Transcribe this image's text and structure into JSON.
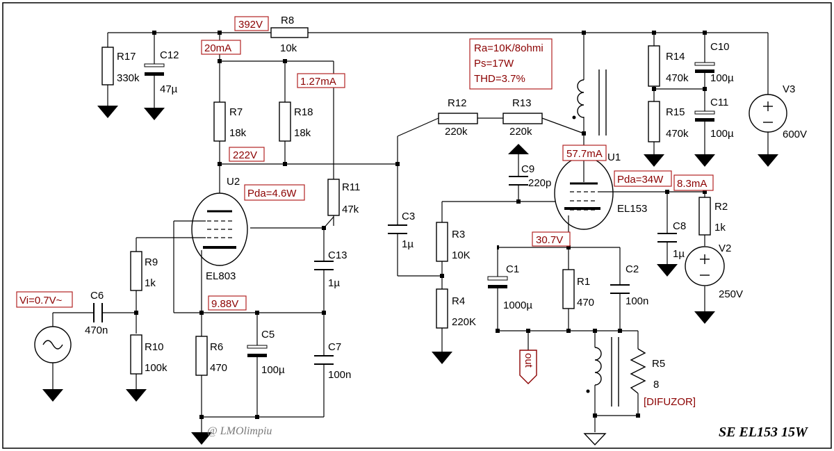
{
  "components": {
    "R1": {
      "name": "R1",
      "value": "470"
    },
    "R2": {
      "name": "R2",
      "value": "1k"
    },
    "R3": {
      "name": "R3",
      "value": "10K"
    },
    "R4": {
      "name": "R4",
      "value": "220K"
    },
    "R5": {
      "name": "R5",
      "value": "8",
      "note": "[DIFUZOR]"
    },
    "R6": {
      "name": "R6",
      "value": "470"
    },
    "R7": {
      "name": "R7",
      "value": "18k"
    },
    "R8": {
      "name": "R8",
      "value": "10k"
    },
    "R9": {
      "name": "R9",
      "value": "1k"
    },
    "R10": {
      "name": "R10",
      "value": "100k"
    },
    "R11": {
      "name": "R11",
      "value": "47k"
    },
    "R12": {
      "name": "R12",
      "value": "220k"
    },
    "R13": {
      "name": "R13",
      "value": "220k"
    },
    "R14": {
      "name": "R14",
      "value": "470k"
    },
    "R15": {
      "name": "R15",
      "value": "470k"
    },
    "R17": {
      "name": "R17",
      "value": "330k"
    },
    "R18": {
      "name": "R18",
      "value": "18k"
    },
    "C1": {
      "name": "C1",
      "value": "1000µ"
    },
    "C2": {
      "name": "C2",
      "value": "100n"
    },
    "C3": {
      "name": "C3",
      "value": "1µ"
    },
    "C5": {
      "name": "C5",
      "value": "100µ"
    },
    "C6": {
      "name": "C6",
      "value": "470n"
    },
    "C7": {
      "name": "C7",
      "value": "100n"
    },
    "C8": {
      "name": "C8",
      "value": "1µ"
    },
    "C9": {
      "name": "C9",
      "value": "220p"
    },
    "C10": {
      "name": "C10",
      "value": "100µ"
    },
    "C11": {
      "name": "C11",
      "value": "100µ"
    },
    "C12": {
      "name": "C12",
      "value": "47µ"
    },
    "C13": {
      "name": "C13",
      "value": "1µ"
    },
    "U1": {
      "name": "U1",
      "value": "EL153"
    },
    "U2": {
      "name": "U2",
      "value": "EL803"
    },
    "V2": {
      "name": "V2",
      "value": "250V"
    },
    "V3": {
      "name": "V3",
      "value": "600V"
    }
  },
  "annotations": {
    "v392": "392V",
    "i20": "20mA",
    "i127": "1.27mA",
    "v222": "222V",
    "pda46": "Pda=4.6W",
    "vi": "Vi=0.7V~",
    "v988": "9.88V",
    "ra": "Ra=10K/8ohmi",
    "ps": "Ps=17W",
    "thd": "THD=3.7%",
    "i577": "57.7mA",
    "pda34": "Pda=34W",
    "i83": "8.3mA",
    "v307": "30.7V",
    "out": "out"
  },
  "watermark": "@ LMOlimpiu",
  "title": "SE EL153 15W"
}
